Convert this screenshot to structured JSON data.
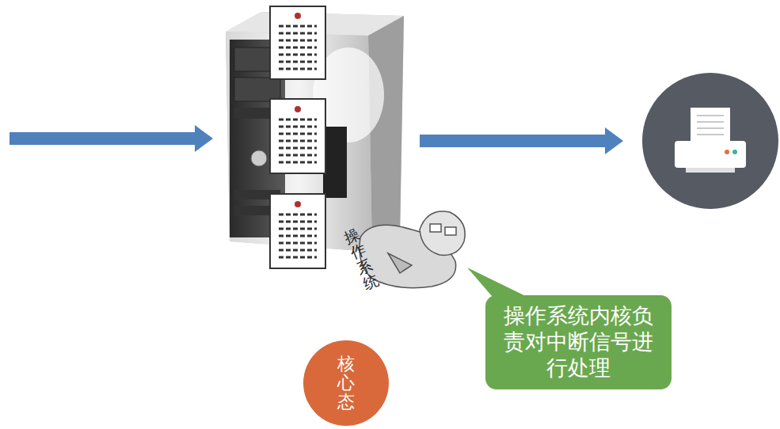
{
  "diagram": {
    "nodes": [
      {
        "text": [
          "核心态"
        ]
      },
      {
        "text": [
          "操作系统内核负责对中断信号进行处理"
        ]
      }
    ],
    "labels": [
      "操作系统"
    ]
  }
}
